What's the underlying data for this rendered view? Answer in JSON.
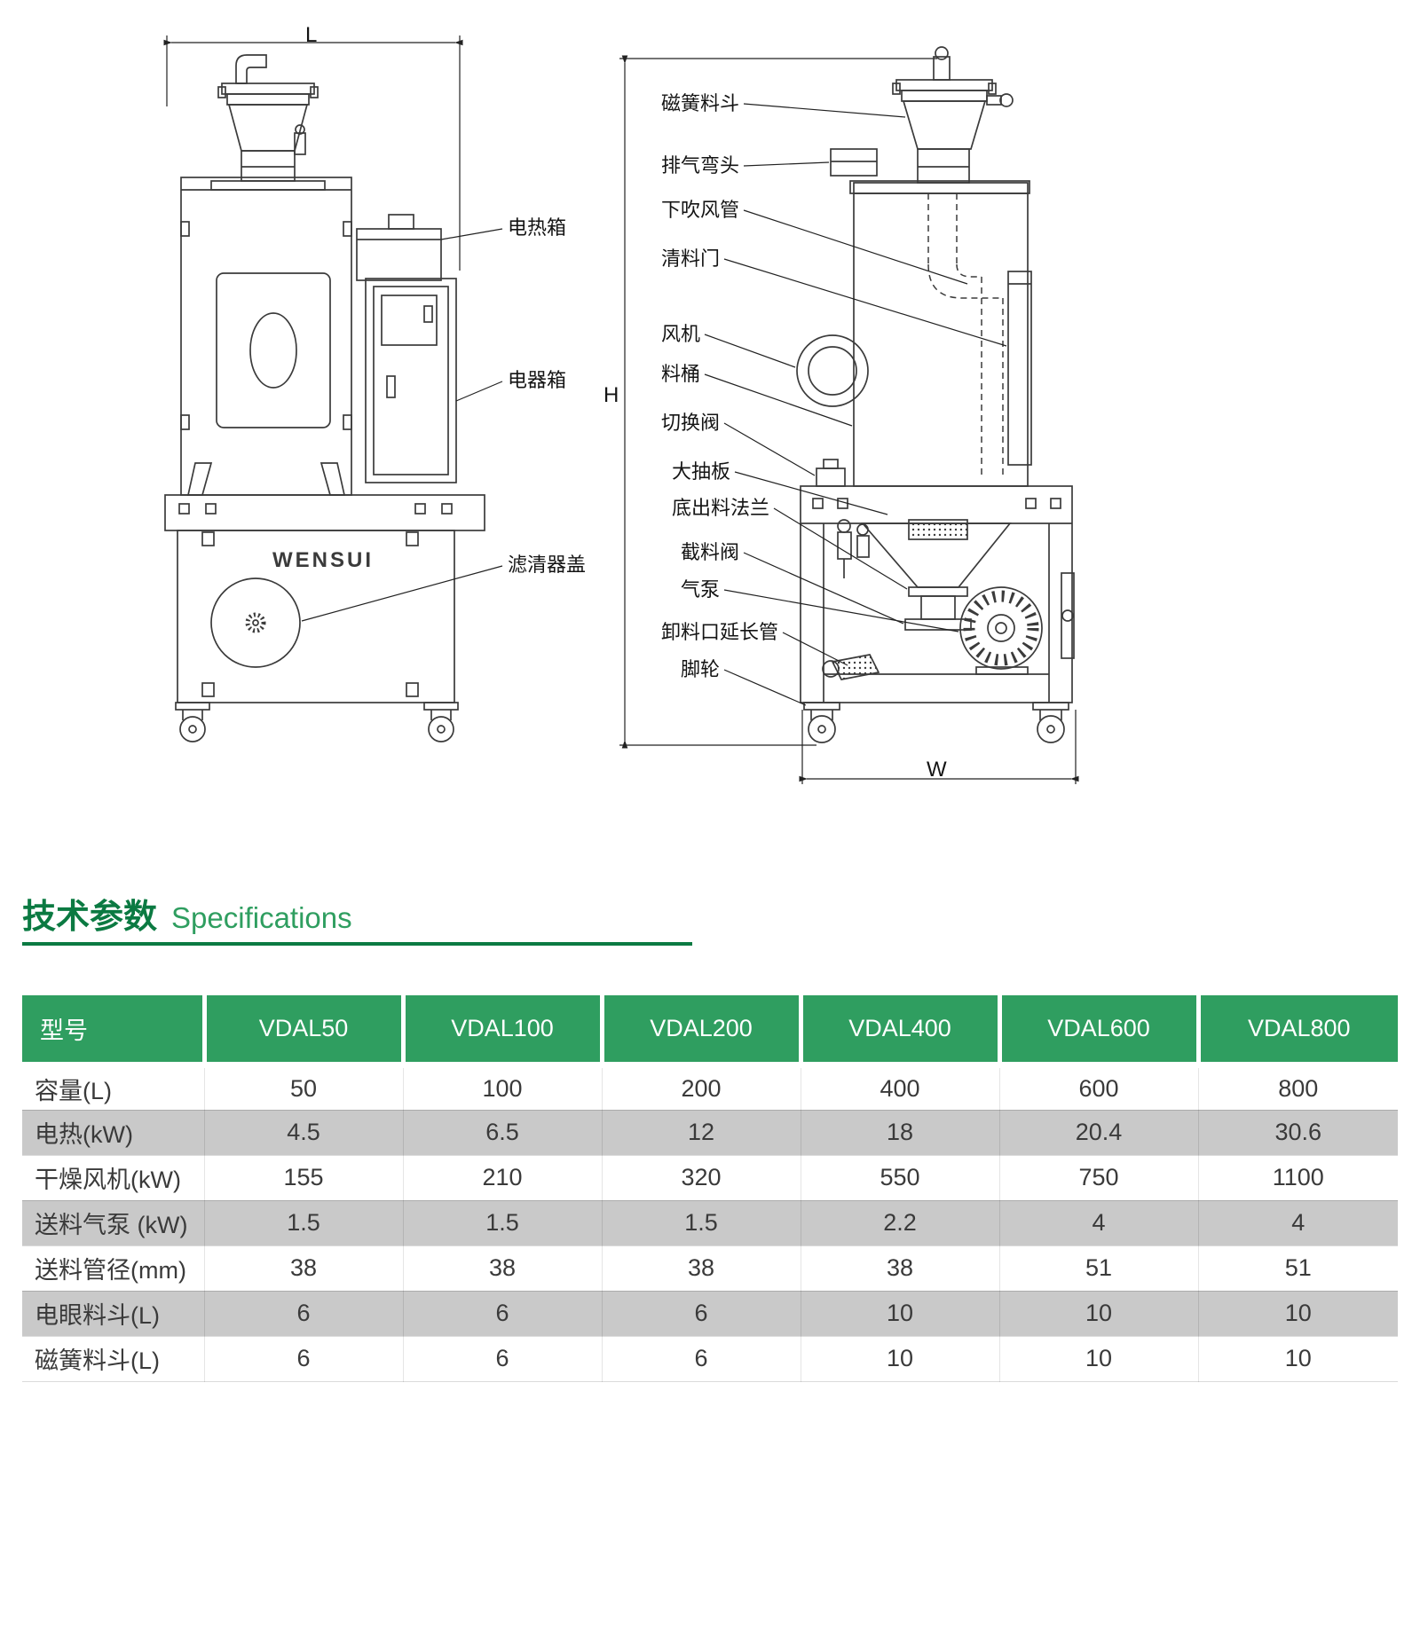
{
  "colors": {
    "header_green": "#2f9e60",
    "title_green_dark": "#0b7a42",
    "title_green_light": "#2f9e60",
    "row_gray": "#c9c9c9",
    "line_color": "#3b3b3b"
  },
  "drawings": {
    "front_view": {
      "dim_length": "L",
      "logo": "WENSUI",
      "callouts": {
        "heater_box": "电热箱",
        "electric_box": "电器箱",
        "filter_cover": "滤清器盖"
      }
    },
    "side_view": {
      "dim_height": "H",
      "dim_width": "W",
      "callouts": [
        "磁簧料斗",
        "排气弯头",
        "下吹风管",
        "清料门",
        "风机",
        "料桶",
        "切换阀",
        "大抽板",
        "底出料法兰",
        "截料阀",
        "气泵",
        "卸料口延长管",
        "脚轮"
      ]
    }
  },
  "section": {
    "title_zh": "技术参数",
    "title_en": "Specifications"
  },
  "table": {
    "header": [
      "型号",
      "VDAL50",
      "VDAL100",
      "VDAL200",
      "VDAL400",
      "VDAL600",
      "VDAL800"
    ],
    "rows": [
      {
        "label": "容量(L)",
        "values": [
          "50",
          "100",
          "200",
          "400",
          "600",
          "800"
        ]
      },
      {
        "label": "电热(kW)",
        "values": [
          "4.5",
          "6.5",
          "12",
          "18",
          "20.4",
          "30.6"
        ]
      },
      {
        "label": "干燥风机(kW)",
        "values": [
          "155",
          "210",
          "320",
          "550",
          "750",
          "1100"
        ]
      },
      {
        "label": "送料气泵 (kW)",
        "values": [
          "1.5",
          "1.5",
          "1.5",
          "2.2",
          "4",
          "4"
        ]
      },
      {
        "label": "送料管径(mm)",
        "values": [
          "38",
          "38",
          "38",
          "38",
          "51",
          "51"
        ]
      },
      {
        "label": "电眼料斗(L)",
        "values": [
          "6",
          "6",
          "6",
          "10",
          "10",
          "10"
        ]
      },
      {
        "label": "磁簧料斗(L)",
        "values": [
          "6",
          "6",
          "6",
          "10",
          "10",
          "10"
        ]
      }
    ]
  }
}
